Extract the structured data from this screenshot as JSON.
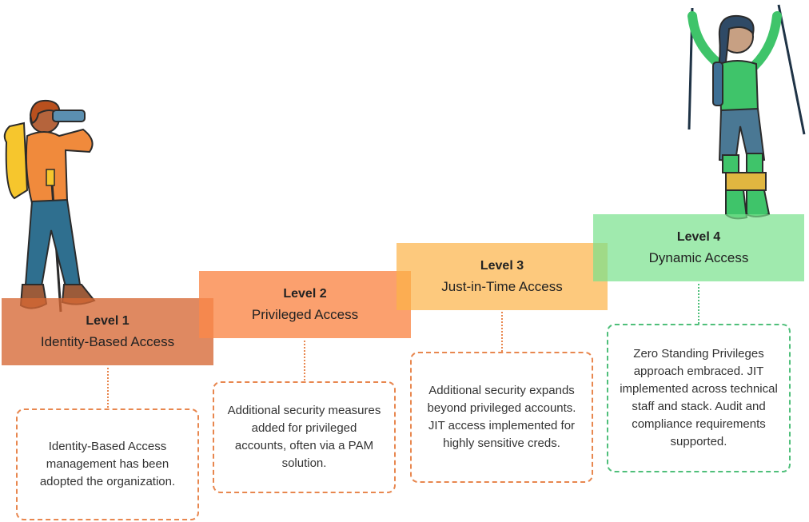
{
  "levels": [
    {
      "title": "Level 1",
      "name": "Identity-Based Access",
      "description": "Identity-Based Access management has been adopted the organization."
    },
    {
      "title": "Level 2",
      "name": "Privileged Access",
      "description": "Additional security measures added for privileged accounts, often via a PAM solution."
    },
    {
      "title": "Level 3",
      "name": "Just-in-Time Access",
      "description": "Additional security expands beyond privileged accounts. JIT access implemented for highly sensitive creds."
    },
    {
      "title": "Level 4",
      "name": "Dynamic Access",
      "description": "Zero Standing Privileges approach embraced. JIT implemented across technical staff and stack. Audit and compliance requirements supported."
    }
  ],
  "colors": {
    "level1": "#d66834",
    "level2": "#fa884a",
    "level3": "#fcb246",
    "level4": "#78e18c",
    "desc_border_orange": "#e8874f",
    "desc_border_green": "#4fbf7a"
  },
  "illustrations": {
    "left": "hiker-with-binoculars-icon",
    "right": "hiker-celebrating-icon"
  }
}
